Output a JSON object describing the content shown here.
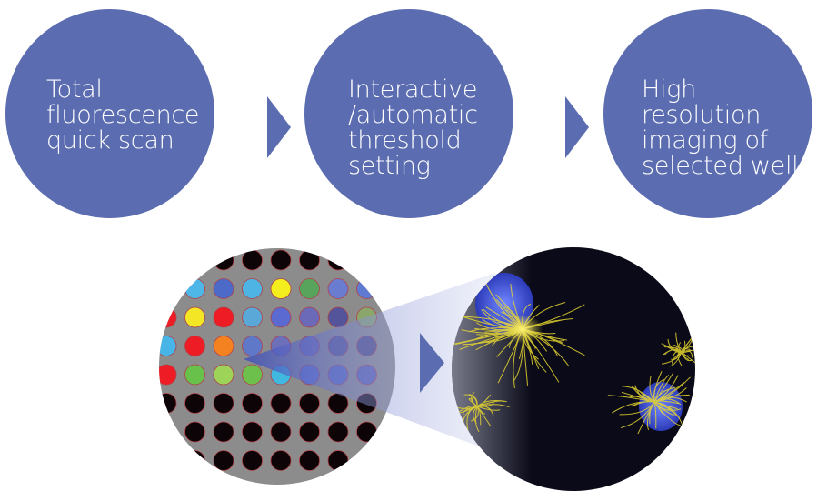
{
  "colors": {
    "step_circle": "#5b6db0",
    "arrow": "#5b6db0",
    "step_text": "#ffffff",
    "plate_background": "#8c8c8c",
    "well_empty": "#0c0406",
    "micro_background": "#0a0a18",
    "nucleus": "#4a63e0",
    "filament": "#f0e23a"
  },
  "steps": [
    {
      "label": "Total\nfluorescence\nquick scan"
    },
    {
      "label": "Interactive\n/automatic\nthreshold\nsetting"
    },
    {
      "label": "High resolution\n imaging of\nselected wells"
    }
  ],
  "plate": {
    "rows": [
      [
        "#0c0406",
        "#0c0406",
        "#0c0406",
        "#0c0406",
        "#0c0406",
        "#0c0406",
        "#0c0406",
        "#0c0406"
      ],
      [
        "#7fc241",
        "#4fb6e8",
        "#4e6ac9",
        "#4eb4e4",
        "#f5ee1e",
        "#58a45c",
        "#6a7cd0",
        "#5f7ad0"
      ],
      [
        "#ee1c25",
        "#f2e625",
        "#ee1c25",
        "#5aa8d8",
        "#5b6ad0",
        "#6a6ab8",
        "#54549a",
        "#8aa66a"
      ],
      [
        "#47b5e6",
        "#ee1c25",
        "#f58220",
        "#5f78c8",
        "#6d6fb8",
        "#6a6ab0",
        "#55558f",
        "#4e4e84"
      ],
      [
        "#ee1c25",
        "#67c14b",
        "#9ed35a",
        "#6ec04c",
        "#40b8e0",
        "#5c70c8",
        "#5868c0",
        "#5a62b0"
      ],
      [
        "#0c0406",
        "#0c0406",
        "#0c0406",
        "#0c0406",
        "#0c0406",
        "#0c0406",
        "#0c0406",
        "#0c0406"
      ],
      [
        "#0c0406",
        "#0c0406",
        "#0c0406",
        "#0c0406",
        "#0c0406",
        "#0c0406",
        "#0c0406",
        "#0c0406"
      ],
      [
        "#0c0406",
        "#0c0406",
        "#0c0406",
        "#0c0406",
        "#0c0406",
        "#0c0406",
        "#0c0406",
        "#0c0406"
      ]
    ]
  },
  "microscopy": {
    "description_icon": "fluorescent-cells-image"
  }
}
